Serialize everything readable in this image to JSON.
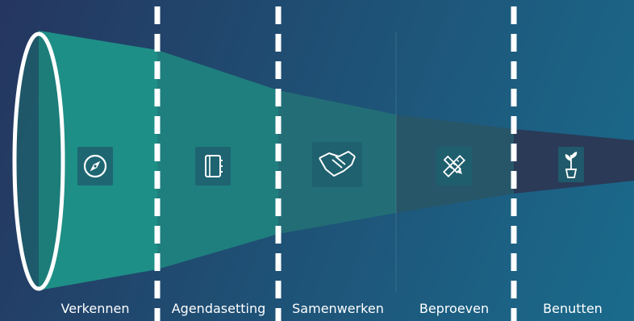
{
  "colors": {
    "funnel_stage_1": "#1e8f86",
    "funnel_stage_2": "#1f7f7e",
    "funnel_stage_3": "#236e76",
    "funnel_stage_4": "#275669",
    "funnel_stage_5": "#2a3a57",
    "divider": "#ffffff",
    "ellipse_stroke": "#ffffff",
    "icon_tile": "#1f5f6e"
  },
  "stages": [
    {
      "label": "Verkennen",
      "icon": "compass-icon"
    },
    {
      "label": "Agendasetting",
      "icon": "notebook-icon"
    },
    {
      "label": "Samenwerken",
      "icon": "handshake-icon"
    },
    {
      "label": "Beproeven",
      "icon": "ruler-pencil-icon"
    },
    {
      "label": "Benutten",
      "icon": "plant-icon"
    }
  ]
}
